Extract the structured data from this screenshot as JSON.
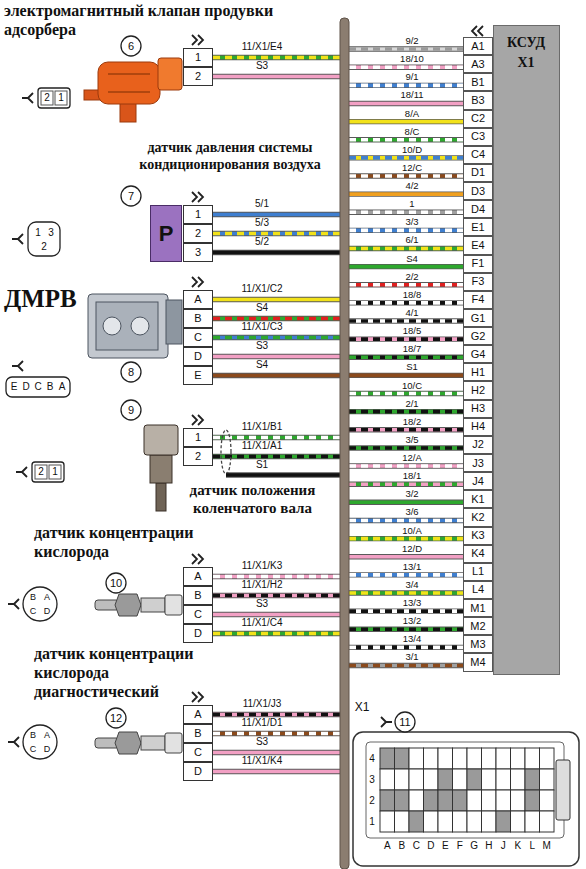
{
  "diagram": {
    "nodes": [
      {
        "text": [
          "КСУД X1"
        ]
      },
      {
        "text": [
          "A1"
        ],
        "in": 0
      },
      {
        "text": [
          "A3"
        ],
        "in": 0
      },
      {
        "text": [
          "B1"
        ],
        "in": 0
      },
      {
        "text": [
          "B3"
        ],
        "in": 0
      },
      {
        "text": [
          "C2"
        ],
        "in": 0
      },
      {
        "text": [
          "C3"
        ],
        "in": 0
      },
      {
        "text": [
          "C4"
        ],
        "in": 0
      },
      {
        "text": [
          "D1"
        ],
        "in": 0
      },
      {
        "text": [
          "D3"
        ],
        "in": 0
      },
      {
        "text": [
          "D4"
        ],
        "in": 0
      },
      {
        "text": [
          "E1"
        ],
        "in": 0
      },
      {
        "text": [
          "E4"
        ],
        "in": 0
      },
      {
        "text": [
          "F1"
        ],
        "in": 0
      },
      {
        "text": [
          "F3"
        ],
        "in": 0
      },
      {
        "text": [
          "F4"
        ],
        "in": 0
      },
      {
        "text": [
          "G1"
        ],
        "in": 0
      },
      {
        "text": [
          "G2"
        ],
        "in": 0
      },
      {
        "text": [
          "G4"
        ],
        "in": 0
      },
      {
        "text": [
          "H1"
        ],
        "in": 0
      },
      {
        "text": [
          "H2"
        ],
        "in": 0
      },
      {
        "text": [
          "H3"
        ],
        "in": 0
      },
      {
        "text": [
          "H4"
        ],
        "in": 0
      },
      {
        "text": [
          "J2"
        ],
        "in": 0
      },
      {
        "text": [
          "J3"
        ],
        "in": 0
      },
      {
        "text": [
          "J4"
        ],
        "in": 0
      },
      {
        "text": [
          "K1"
        ],
        "in": 0
      },
      {
        "text": [
          "K2"
        ],
        "in": 0
      },
      {
        "text": [
          "K3"
        ],
        "in": 0
      },
      {
        "text": [
          "K4"
        ],
        "in": 0
      },
      {
        "text": [
          "L1"
        ],
        "in": 0
      },
      {
        "text": [
          "L4"
        ],
        "in": 0
      },
      {
        "text": [
          "M1"
        ],
        "in": 0
      },
      {
        "text": [
          "M2"
        ],
        "in": 0
      },
      {
        "text": [
          "M3"
        ],
        "in": 0
      },
      {
        "text": [
          "M4"
        ],
        "in": 0
      },
      {
        "text": [
          "P"
        ]
      },
      {
        "text": [
          "1"
        ]
      },
      {
        "text": [
          "2"
        ]
      },
      {
        "text": [
          "1"
        ]
      },
      {
        "text": [
          "2"
        ]
      },
      {
        "text": [
          "3"
        ]
      },
      {
        "text": [
          "A"
        ]
      },
      {
        "text": [
          "B"
        ]
      },
      {
        "text": [
          "C"
        ]
      },
      {
        "text": [
          "D"
        ]
      },
      {
        "text": [
          "E"
        ]
      },
      {
        "text": [
          "1"
        ]
      },
      {
        "text": [
          "2"
        ]
      },
      {
        "text": [
          "A"
        ]
      },
      {
        "text": [
          "B"
        ]
      },
      {
        "text": [
          "C"
        ]
      },
      {
        "text": [
          "D"
        ]
      },
      {
        "text": [
          "A"
        ]
      },
      {
        "text": [
          "B"
        ]
      },
      {
        "text": [
          "C"
        ]
      },
      {
        "text": [
          "D"
        ]
      }
    ],
    "labels": [
      "электромагнитный клапан продувки адсорбера",
      "6",
      "2",
      "1",
      "11/X1/E4",
      "S3",
      "датчик давления системы кондиционирования воздуха",
      "7",
      "1",
      "3",
      "2",
      "5/1",
      "5/3",
      "5/2",
      "ДМРВ",
      "8",
      "E",
      "D",
      "C",
      "B",
      "A",
      "11/X1/C2",
      "S4",
      "11/X1/C3",
      "S3",
      "S4",
      "9",
      "2",
      "1",
      "11/X1/B1",
      "11/X1/A1",
      "S1",
      "датчик положения коленчатого вала",
      "датчик концентрации кислорода",
      "10",
      "B",
      "A",
      "C",
      "D",
      "11/X1/K3",
      "11/X1/H2",
      "S3",
      "11/X1/C4",
      "датчик концентрации кислорода диагностический",
      "12",
      "B",
      "A",
      "C",
      "D",
      "11/X1/J3",
      "11/X1/D1",
      "S3",
      "11/X1/K4",
      "9/2",
      "18/10",
      "9/1",
      "18/11",
      "8/A",
      "8/C",
      "10/D",
      "12/C",
      "4/2",
      "1",
      "3/3",
      "6/1",
      "S4",
      "2/2",
      "18/8",
      "4/1",
      "18/5",
      "18/7",
      "S1",
      "10/C",
      "2/1",
      "18/2",
      "3/5",
      "12/A",
      "18/1",
      "3/2",
      "3/6",
      "10/A",
      "12/D",
      "13/1",
      "3/4",
      "13/3",
      "13/2",
      "13/4",
      "3/1",
      "X1",
      "11",
      "4",
      "3",
      "2",
      "1",
      "A",
      "B",
      "C",
      "D",
      "E",
      "F",
      "G",
      "H",
      "J",
      "K",
      "L",
      "M"
    ]
  }
}
